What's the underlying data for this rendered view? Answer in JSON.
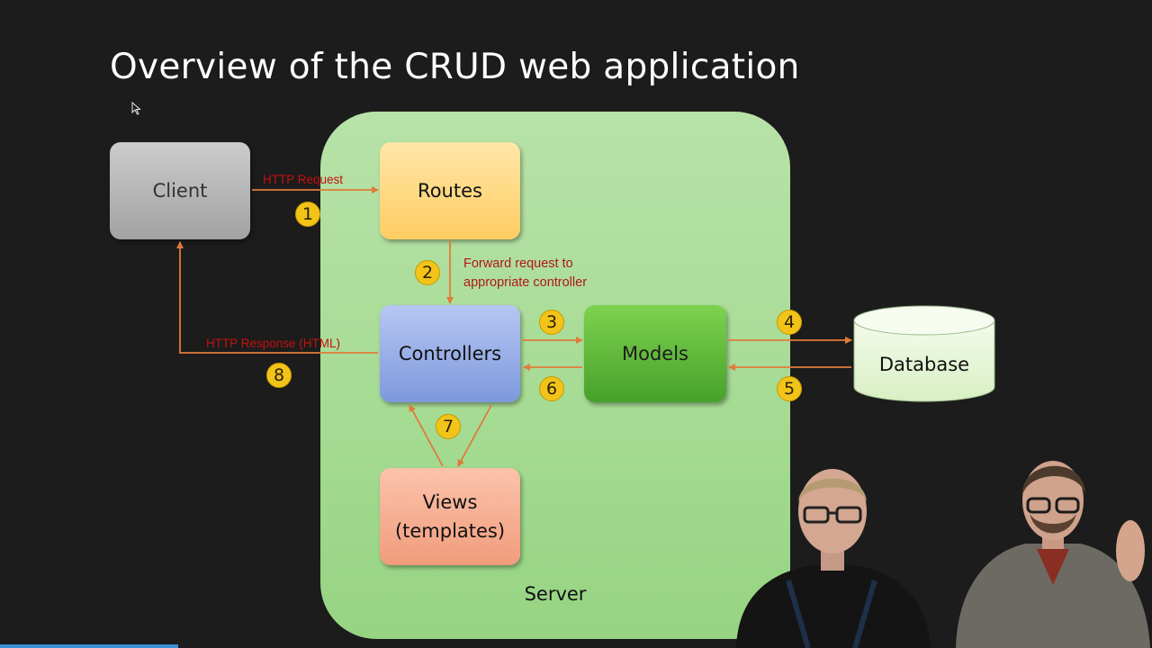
{
  "slide": {
    "title": "Overview of the CRUD web application"
  },
  "nodes": {
    "client": "Client",
    "routes": "Routes",
    "controllers": "Controllers",
    "models": "Models",
    "views_line1": "Views",
    "views_line2": "(templates)",
    "database": "Database",
    "server": "Server"
  },
  "edges": {
    "http_request": "HTTP Request",
    "http_response": "HTTP Response (HTML)",
    "forward_line1": "Forward request to",
    "forward_line2": "appropriate controller"
  },
  "steps": [
    "1",
    "2",
    "3",
    "4",
    "5",
    "6",
    "7",
    "8"
  ],
  "colors": {
    "arrow": "#e07b3a",
    "badge": "#f2c41a",
    "server": "#a8dc96",
    "progress": "#3b8fd6"
  },
  "video": {
    "progress": 0.155
  }
}
